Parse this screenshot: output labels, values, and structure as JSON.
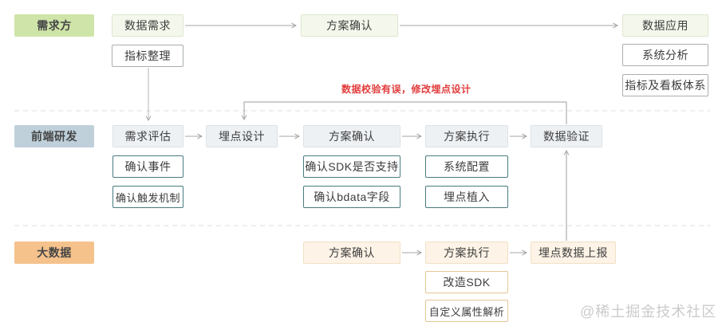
{
  "colors": {
    "lane1_accent": "#cfe4a8",
    "lane1_tint": "#f4f8ec",
    "lane2_accent": "#bfd0da",
    "lane2_tint": "#eef1f4",
    "lane2_sub_border": "#487c80",
    "lane3_accent": "#f5c28c",
    "lane3_tint": "#fdf3e6",
    "lane3_sub_border": "#e6c694",
    "note_red": "#e23b3b",
    "connector_grey": "#a6a6a6"
  },
  "lanes": {
    "demand": {
      "label": "需求方",
      "nodes": {
        "data_requirement": "数据需求",
        "metric_sorting": "指标整理",
        "plan_confirm": "方案确认",
        "data_application": "数据应用",
        "system_analysis": "系统分析",
        "metric_dashboard": "指标及看板体系"
      }
    },
    "frontend": {
      "label": "前端研发",
      "nodes": {
        "requirement_review": "需求评估",
        "tracking_design": "埋点设计",
        "plan_confirm": "方案确认",
        "plan_execute": "方案执行",
        "data_verify": "数据验证",
        "confirm_event": "确认事件",
        "confirm_trigger": "确认触发机制",
        "confirm_sdk": "确认SDK是否支持",
        "confirm_bdata": "确认bdata字段",
        "system_config": "系统配置",
        "tracking_insert": "埋点植入"
      }
    },
    "bigdata": {
      "label": "大数据",
      "nodes": {
        "plan_confirm": "方案确认",
        "plan_execute": "方案执行",
        "tracking_report": "埋点数据上报",
        "sdk_refactor": "改造SDK",
        "custom_attr_parse": "自定义属性解析"
      }
    }
  },
  "annotations": {
    "feedback_note": "数据校验有误，修改埋点设计",
    "watermark": "@稀土掘金技术社区"
  }
}
